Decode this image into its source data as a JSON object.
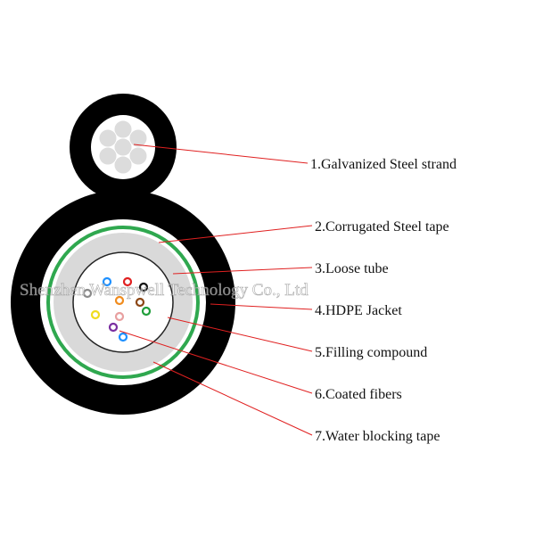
{
  "labels": [
    "1.Galvanized Steel strand",
    "2.Corrugated Steel tape",
    "3.Loose tube",
    "4.HDPE Jacket",
    "5.Filling compound",
    "6.Coated fibers",
    "7.Water blocking tape"
  ],
  "watermark": "Shenzhen Wanspwell Technology Co., Ltd",
  "colors": {
    "jacket": "#000000",
    "water_blocking_tape": "#2fa84f",
    "loose_tube_fill": "#d9d9d9",
    "filling_compound": "#ffffff",
    "leader_lines": "#e02020",
    "steel_wires": "#dcdcdc"
  },
  "fibers": [
    {
      "name": "blue-fiber",
      "color": "#1e90ff"
    },
    {
      "name": "red-fiber",
      "color": "#e02020"
    },
    {
      "name": "black-fiber",
      "color": "#111111"
    },
    {
      "name": "gray-fiber",
      "color": "#8a8a8a"
    },
    {
      "name": "orange-fiber",
      "color": "#f08c1e"
    },
    {
      "name": "brown-fiber",
      "color": "#8b4513"
    },
    {
      "name": "green-fiber",
      "color": "#1f9e3a"
    },
    {
      "name": "yellow-fiber",
      "color": "#f0dc1e"
    },
    {
      "name": "pink-fiber",
      "color": "#e8a0a0"
    },
    {
      "name": "violet-fiber",
      "color": "#7a2fa0"
    },
    {
      "name": "aqua-fiber",
      "color": "#1e90ff"
    }
  ]
}
